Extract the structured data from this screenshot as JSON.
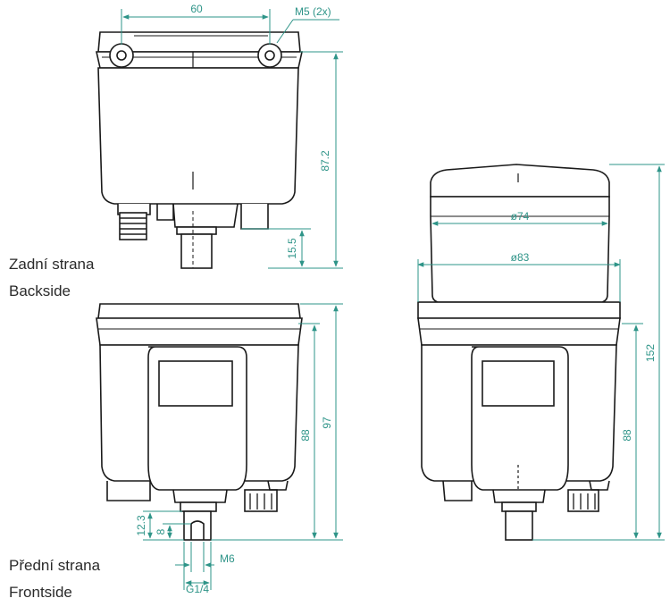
{
  "captions": {
    "back": {
      "cz": "Zadní strana",
      "en": "Backside"
    },
    "front": {
      "cz": "Přední strana",
      "en": "Frontside"
    }
  },
  "dimensions": {
    "hole_spacing": "60",
    "mount_thread": "M5 (2x)",
    "back_height": "87.2",
    "fitting_height": "15.5",
    "top_diameter": "ø74",
    "body_diameter": "ø83",
    "total_height": "152",
    "body_height_side": "88",
    "body_height_front": "88",
    "front_total_height": "97",
    "stub_height": "12.3",
    "stub_offset": "8",
    "outlet_thread": "M6",
    "outlet_size": "G1/4"
  },
  "colors": {
    "outline": "#1a1a1a",
    "dimension": "#2e9488",
    "text": "#2b2b2b"
  }
}
